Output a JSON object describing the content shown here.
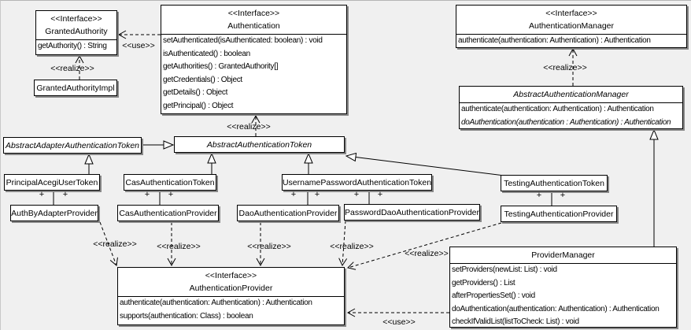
{
  "colors": {
    "background": "#f0f0f0",
    "box_fill": "#ffffff",
    "line": "#000000",
    "shadow": "#888888"
  },
  "labels": {
    "use": "<<use>>",
    "realize": "<<realize>>",
    "plus": "+",
    "interface_stereotype": "<<Interface>>"
  },
  "classes": {
    "granted_authority": {
      "stereotype": "<<Interface>>",
      "name": "GrantedAuthority",
      "methods": [
        "getAuthority() : String"
      ]
    },
    "granted_authority_impl": {
      "name": "GrantedAuthorityImpl"
    },
    "authentication": {
      "stereotype": "<<Interface>>",
      "name": "Authentication",
      "methods": [
        "setAuthenticated(isAuthenticated: boolean) : void",
        "isAuthenticated() : boolean",
        "getAuthorities() : GrantedAuthority[]",
        "getCredentials() : Object",
        "getDetails() : Object",
        "getPrincipal() : Object"
      ]
    },
    "authentication_manager": {
      "stereotype": "<<Interface>>",
      "name": "AuthenticationManager",
      "methods": [
        "authenticate(authentication: Authentication) : Authentication"
      ]
    },
    "abstract_authentication_manager": {
      "name": "AbstractAuthenticationManager",
      "methods": [
        "authenticate(authentication: Authentication) : Authentication",
        "doAuthentication(authentication : Authentication) : Authentication"
      ]
    },
    "abstract_adapter_authentication_token": {
      "name": "AbstractAdapterAuthenticationToken"
    },
    "abstract_authentication_token": {
      "name": "AbstractAuthenticationToken"
    },
    "principal_acegi_user_token": {
      "name": "PrincipalAcegiUserToken"
    },
    "cas_authentication_token": {
      "name": "CasAuthenticationToken"
    },
    "username_password_authentication_token": {
      "name": "UsernamePasswordAuthenticationToken"
    },
    "testing_authentication_token": {
      "name": "TestingAuthenticationToken"
    },
    "auth_by_adapter_provider": {
      "name": "AuthByAdapterProvider"
    },
    "cas_authentication_provider": {
      "name": "CasAuthenticationProvider"
    },
    "dao_authentication_provider": {
      "name": "DaoAuthenticationProvider"
    },
    "password_dao_authentication_provider": {
      "name": "PasswordDaoAuthenticationProvider"
    },
    "testing_authentication_provider": {
      "name": "TestingAuthenticationProvider"
    },
    "authentication_provider": {
      "stereotype": "<<Interface>>",
      "name": "AuthenticationProvider",
      "methods": [
        "authenticate(authentication: Authentication) : Authentication",
        "supports(authentication: Class) : boolean"
      ]
    },
    "provider_manager": {
      "name": "ProviderManager",
      "methods": [
        "setProviders(newList: List) : void",
        "getProviders() : List",
        "afterPropertiesSet() : void",
        "doAuthentication(authentication: Authentication) : Authentication",
        "checkIfValidList(listToCheck: List) : void"
      ]
    }
  }
}
